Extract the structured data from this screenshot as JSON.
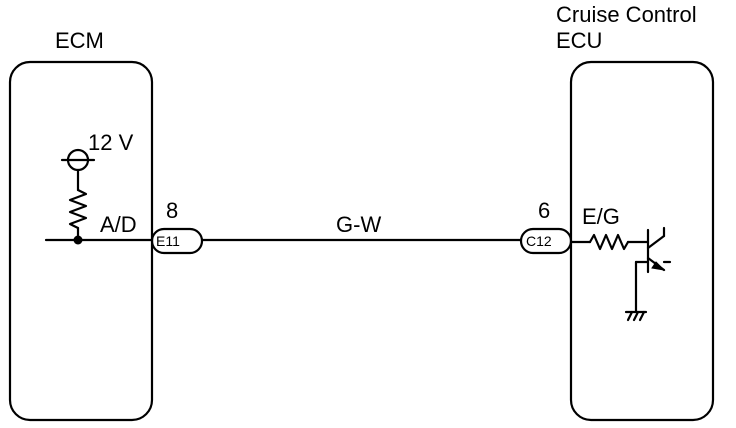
{
  "ecm": {
    "title": "ECM",
    "supply_voltage": "12 V",
    "signal_label": "A/D"
  },
  "ecu": {
    "title_line1": "Cruise Control",
    "title_line2": "ECU",
    "signal_label": "E/G"
  },
  "connectors": {
    "left": {
      "id": "E11",
      "pin": "8"
    },
    "right": {
      "id": "C12",
      "pin": "6"
    }
  },
  "wire": {
    "color_code": "G-W"
  }
}
